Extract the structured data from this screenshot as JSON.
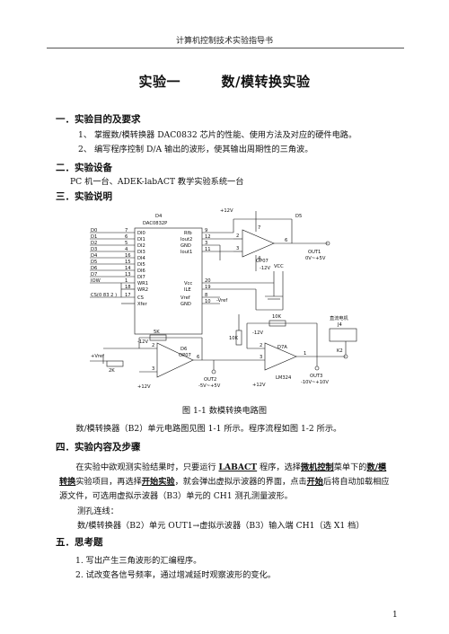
{
  "header": "计算机控制技术实验指导书",
  "title_left": "实验一",
  "title_right": "数/模转换实验",
  "sections": {
    "s1": "一．实验目的及要求",
    "s2": "二．实验设备",
    "s3": "三．实验说明",
    "s4": "四．实验内容及步骤",
    "s5": "五．思考题"
  },
  "goals": [
    "1、 掌握数/模转换器 DAC0832 芯片的性能、使用方法及对应的硬件电路。",
    "2、 编写程序控制 D/A 输出的波形，使其输出周期性的三角波。"
  ],
  "equipment": "PC 机一台、ADEK-labACT 教学实验系统一台",
  "figure_caption": "图 1-1      数模转换电路图",
  "description": "数/模转换器（B2）单元电路图见图 1-1 所示。程序流程如图 1-2 所示。",
  "steps": {
    "p1_a": "在实验中欲观测实验结果时，只要运行 ",
    "p1_b": "LABACT",
    "p1_c": " 程序，选择",
    "p1_d": "微机控制",
    "p1_e": "菜单下的",
    "p1_f": "数/模转换",
    "p1_g": "实验项目，再选择",
    "p1_h": "开始实验",
    "p1_i": "，就会弹出虚拟示波器的界面，点击",
    "p1_j": "开始",
    "p1_k": "后将自动加载相应源文件，可选用虚拟示波器（B3）单元的 CH1 测孔测量波形。",
    "wiring_title": "测孔连线：",
    "wiring": "数/模转换器（B2）单元 OUT1→虚拟示波器（B3）输入端 CH1（选 X1 档）"
  },
  "questions": [
    "1. 写出产生三角波形的汇编程序。",
    "2. 试改变各信号频率，通过增减延时观察波形的变化。"
  ],
  "page_number": "1",
  "circuit": {
    "chip_ref": "D4",
    "chip_part": "DAC0832P",
    "data_pins_left": [
      "D0",
      "D1",
      "D2",
      "D3",
      "D4",
      "D5",
      "D6",
      "D7"
    ],
    "data_pin_nums": [
      "7",
      "6",
      "5",
      "4",
      "16",
      "15",
      "14",
      "13"
    ],
    "iow": "IOW",
    "cs": "CS(0 83 2 )",
    "pin_nums_ctrl": [
      "1",
      "18",
      "17"
    ],
    "chip_pins_left": [
      "DI0",
      "DI1",
      "DI2",
      "DI3",
      "DI4",
      "DI5",
      "DI6",
      "DI7",
      "WR1",
      "WR2",
      "CS",
      "Xfer"
    ],
    "chip_pins_right": [
      "Rfb",
      "Iout2",
      "GND",
      "Iout1",
      "Vcc",
      "ILE",
      "Vref",
      "GND"
    ],
    "chip_pin_nums_right": [
      "9",
      "12",
      "3",
      "11",
      "20",
      "19",
      "8",
      "10"
    ],
    "vcc": "VCC",
    "plus12": "+12V",
    "minus12": "-12V",
    "vref_neg": "-Vref",
    "op1_ref": "D5",
    "op1_part": "OP07",
    "out1": "OUT1",
    "out1_range": "0V~+5V",
    "op1_pins": [
      "2",
      "3",
      "6",
      "7",
      "4"
    ],
    "r_5k": "5K",
    "r_2k": "2K",
    "r_10k_a": "10K",
    "r_10k_b": "10K",
    "vref_pos": "+Vref",
    "op2_ref": "D6",
    "op2_part": "OP07",
    "op2_pins": [
      "2",
      "3",
      "6"
    ],
    "out2": "OUT2",
    "out2_range": "-5V~+5V",
    "op3_ref": "D7A",
    "op3_part": "LM324",
    "op3_pins": [
      "2",
      "3",
      "1"
    ],
    "out3": "OUT3",
    "out3_range": "-10V~+10V",
    "k2": "K2",
    "motor_title": "直流电机",
    "motor_ref": "J4"
  }
}
